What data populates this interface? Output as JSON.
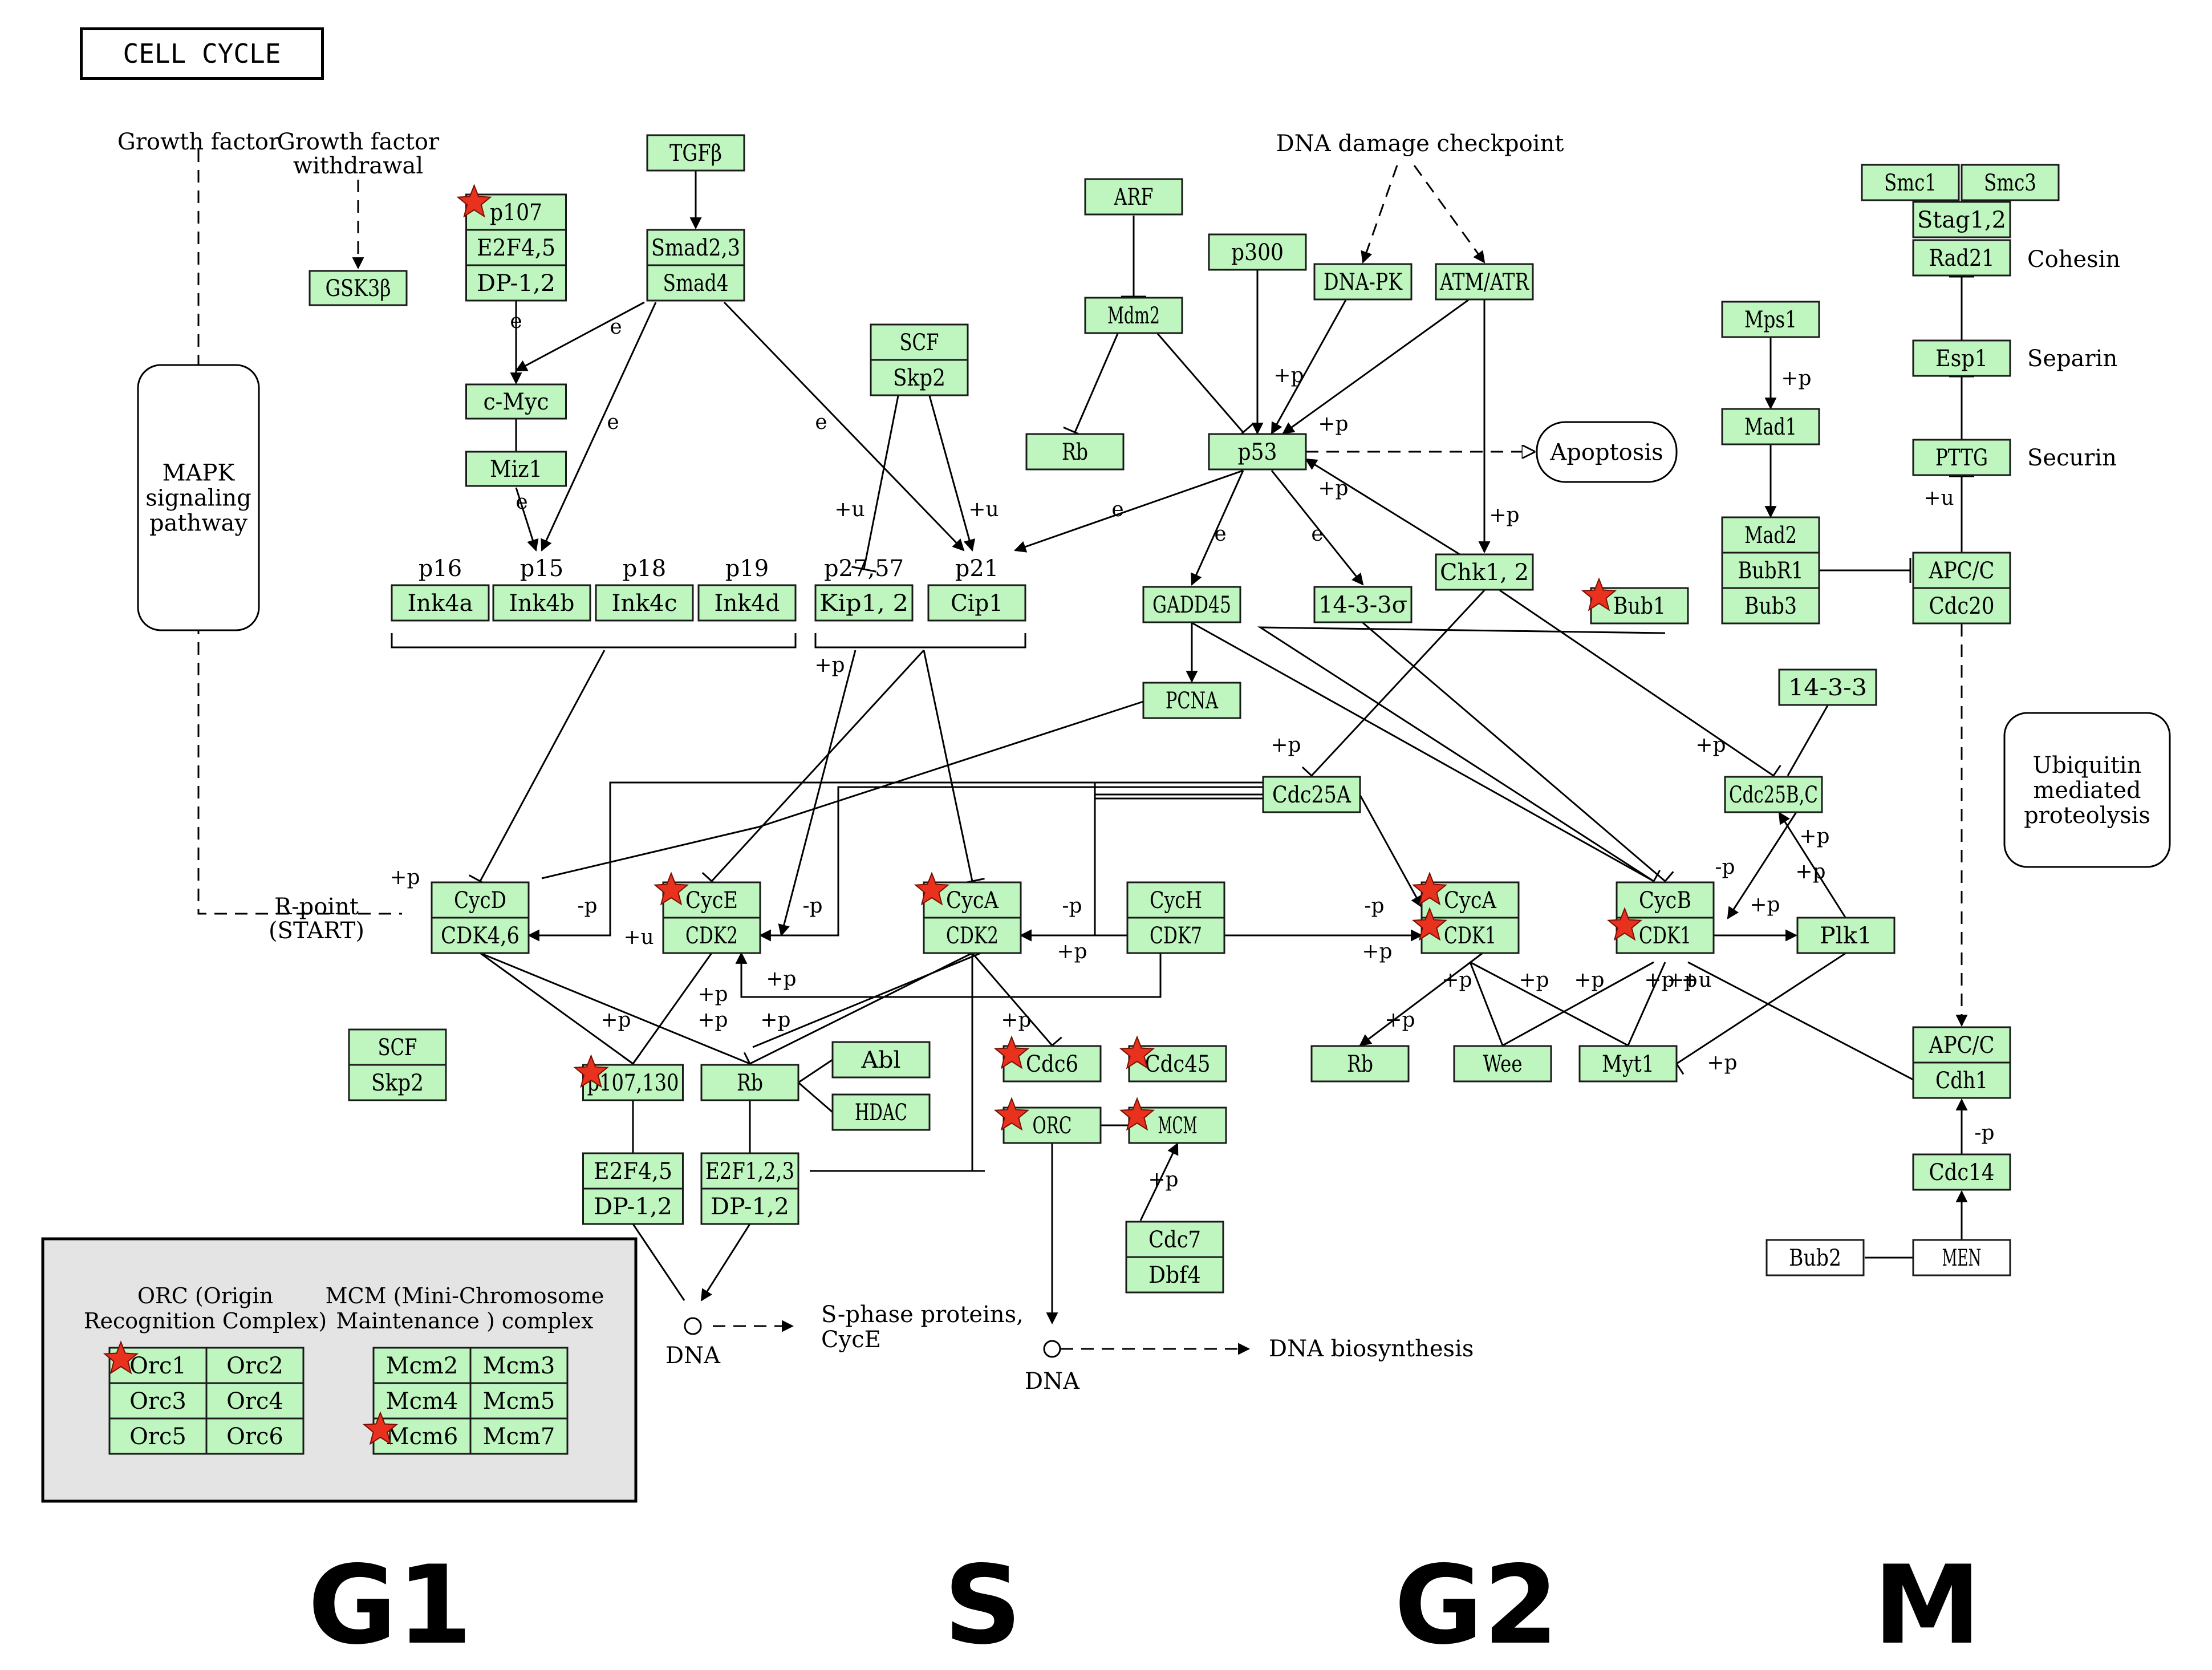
{
  "title": "CELL CYCLE",
  "phases": [
    {
      "id": "g1",
      "label": "G1"
    },
    {
      "id": "s",
      "label": "S"
    },
    {
      "id": "g2",
      "label": "G2"
    },
    {
      "id": "m",
      "label": "M"
    }
  ],
  "colors": {
    "node_fill": "#bff5bf",
    "node_border": "#1a1a1a",
    "star": "#e8321e",
    "legend_bg": "#e4e4e4"
  },
  "pathway_boxes": [
    {
      "id": "mapk",
      "label": "MAPK signaling pathway"
    },
    {
      "id": "ubiq",
      "label": "Ubiquitin mediated proteolysis"
    },
    {
      "id": "apoptosis",
      "label": "Apoptosis"
    }
  ],
  "text_labels": {
    "growth_factor": "Growth factor",
    "growth_factor_withdrawal": "Growth factor withdrawal",
    "dna_damage": "DNA damage checkpoint",
    "r_point": "R-point (START)",
    "s_phase_proteins": "S-phase proteins, CycE",
    "dna_biosynthesis": "DNA biosynthesis",
    "dna": "DNA",
    "cohesin": "Cohesin",
    "separin": "Separin",
    "securin": "Securin",
    "p16": "p16",
    "p15": "p15",
    "p18": "p18",
    "p19": "p19",
    "p27_57": "p27,57",
    "p21": "p21"
  },
  "genes": {
    "tgfb": "TGFβ",
    "smad23": "Smad2,3",
    "smad4": "Smad4",
    "p107": "p107",
    "e2f45": "E2F4,5",
    "dp12": "DP-1,2",
    "gsk3b": "GSK3β",
    "cmyc": "c-Myc",
    "miz1": "Miz1",
    "scf": "SCF",
    "skp2": "Skp2",
    "arf": "ARF",
    "mdm2": "Mdm2",
    "rb": "Rb",
    "p300": "p300",
    "p53": "p53",
    "dnapk": "DNA-PK",
    "atmatr": "ATM/ATR",
    "ink4a": "Ink4a",
    "ink4b": "Ink4b",
    "ink4c": "Ink4c",
    "ink4d": "Ink4d",
    "kip12": "Kip1, 2",
    "cip1": "Cip1",
    "gadd45": "GADD45",
    "s1433s": "14-3-3σ",
    "chk12": "Chk1, 2",
    "pcna": "PCNA",
    "cdc25a": "Cdc25A",
    "s1433": "14-3-3",
    "cdc25bc": "Cdc25B,C",
    "cycd": "CycD",
    "cdk46": "CDK4,6",
    "cyce": "CycE",
    "cdk2": "CDK2",
    "cyca": "CycA",
    "cych": "CycH",
    "cdk7": "CDK7",
    "cdk1": "CDK1",
    "cycb": "CycB",
    "plk1": "Plk1",
    "p107130": "p107,130",
    "abl": "Abl",
    "hdac": "HDAC",
    "e2f123": "E2F1,2,3",
    "cdc6": "Cdc6",
    "cdc45": "Cdc45",
    "orc": "ORC",
    "mcm": "MCM",
    "cdc7": "Cdc7",
    "dbf4": "Dbf4",
    "wee": "Wee",
    "myt1": "Myt1",
    "smc1": "Smc1",
    "smc3": "Smc3",
    "stag12": "Stag1,2",
    "rad21": "Rad21",
    "esp1": "Esp1",
    "pttg": "PTTG",
    "mps1": "Mps1",
    "mad1": "Mad1",
    "mad2": "Mad2",
    "bubr1": "BubR1",
    "bub3": "Bub3",
    "bub1": "Bub1",
    "apcc": "APC/C",
    "cdc20": "Cdc20",
    "cdh1": "Cdh1",
    "cdc14": "Cdc14",
    "bub2": "Bub2",
    "men": "MEN"
  },
  "legend": {
    "orc_title": "ORC (Origin Recognition Complex)",
    "mcm_title": "MCM (Mini-Chromosome Maintenance ) complex",
    "orc_items": [
      "Orc1",
      "Orc2",
      "Orc3",
      "Orc4",
      "Orc5",
      "Orc6"
    ],
    "mcm_items": [
      "Mcm2",
      "Mcm3",
      "Mcm4",
      "Mcm5",
      "Mcm6",
      "Mcm7"
    ]
  },
  "edge_labels": {
    "e": "e",
    "plus_p": "+p",
    "minus_p": "-p",
    "plus_u": "+u"
  }
}
